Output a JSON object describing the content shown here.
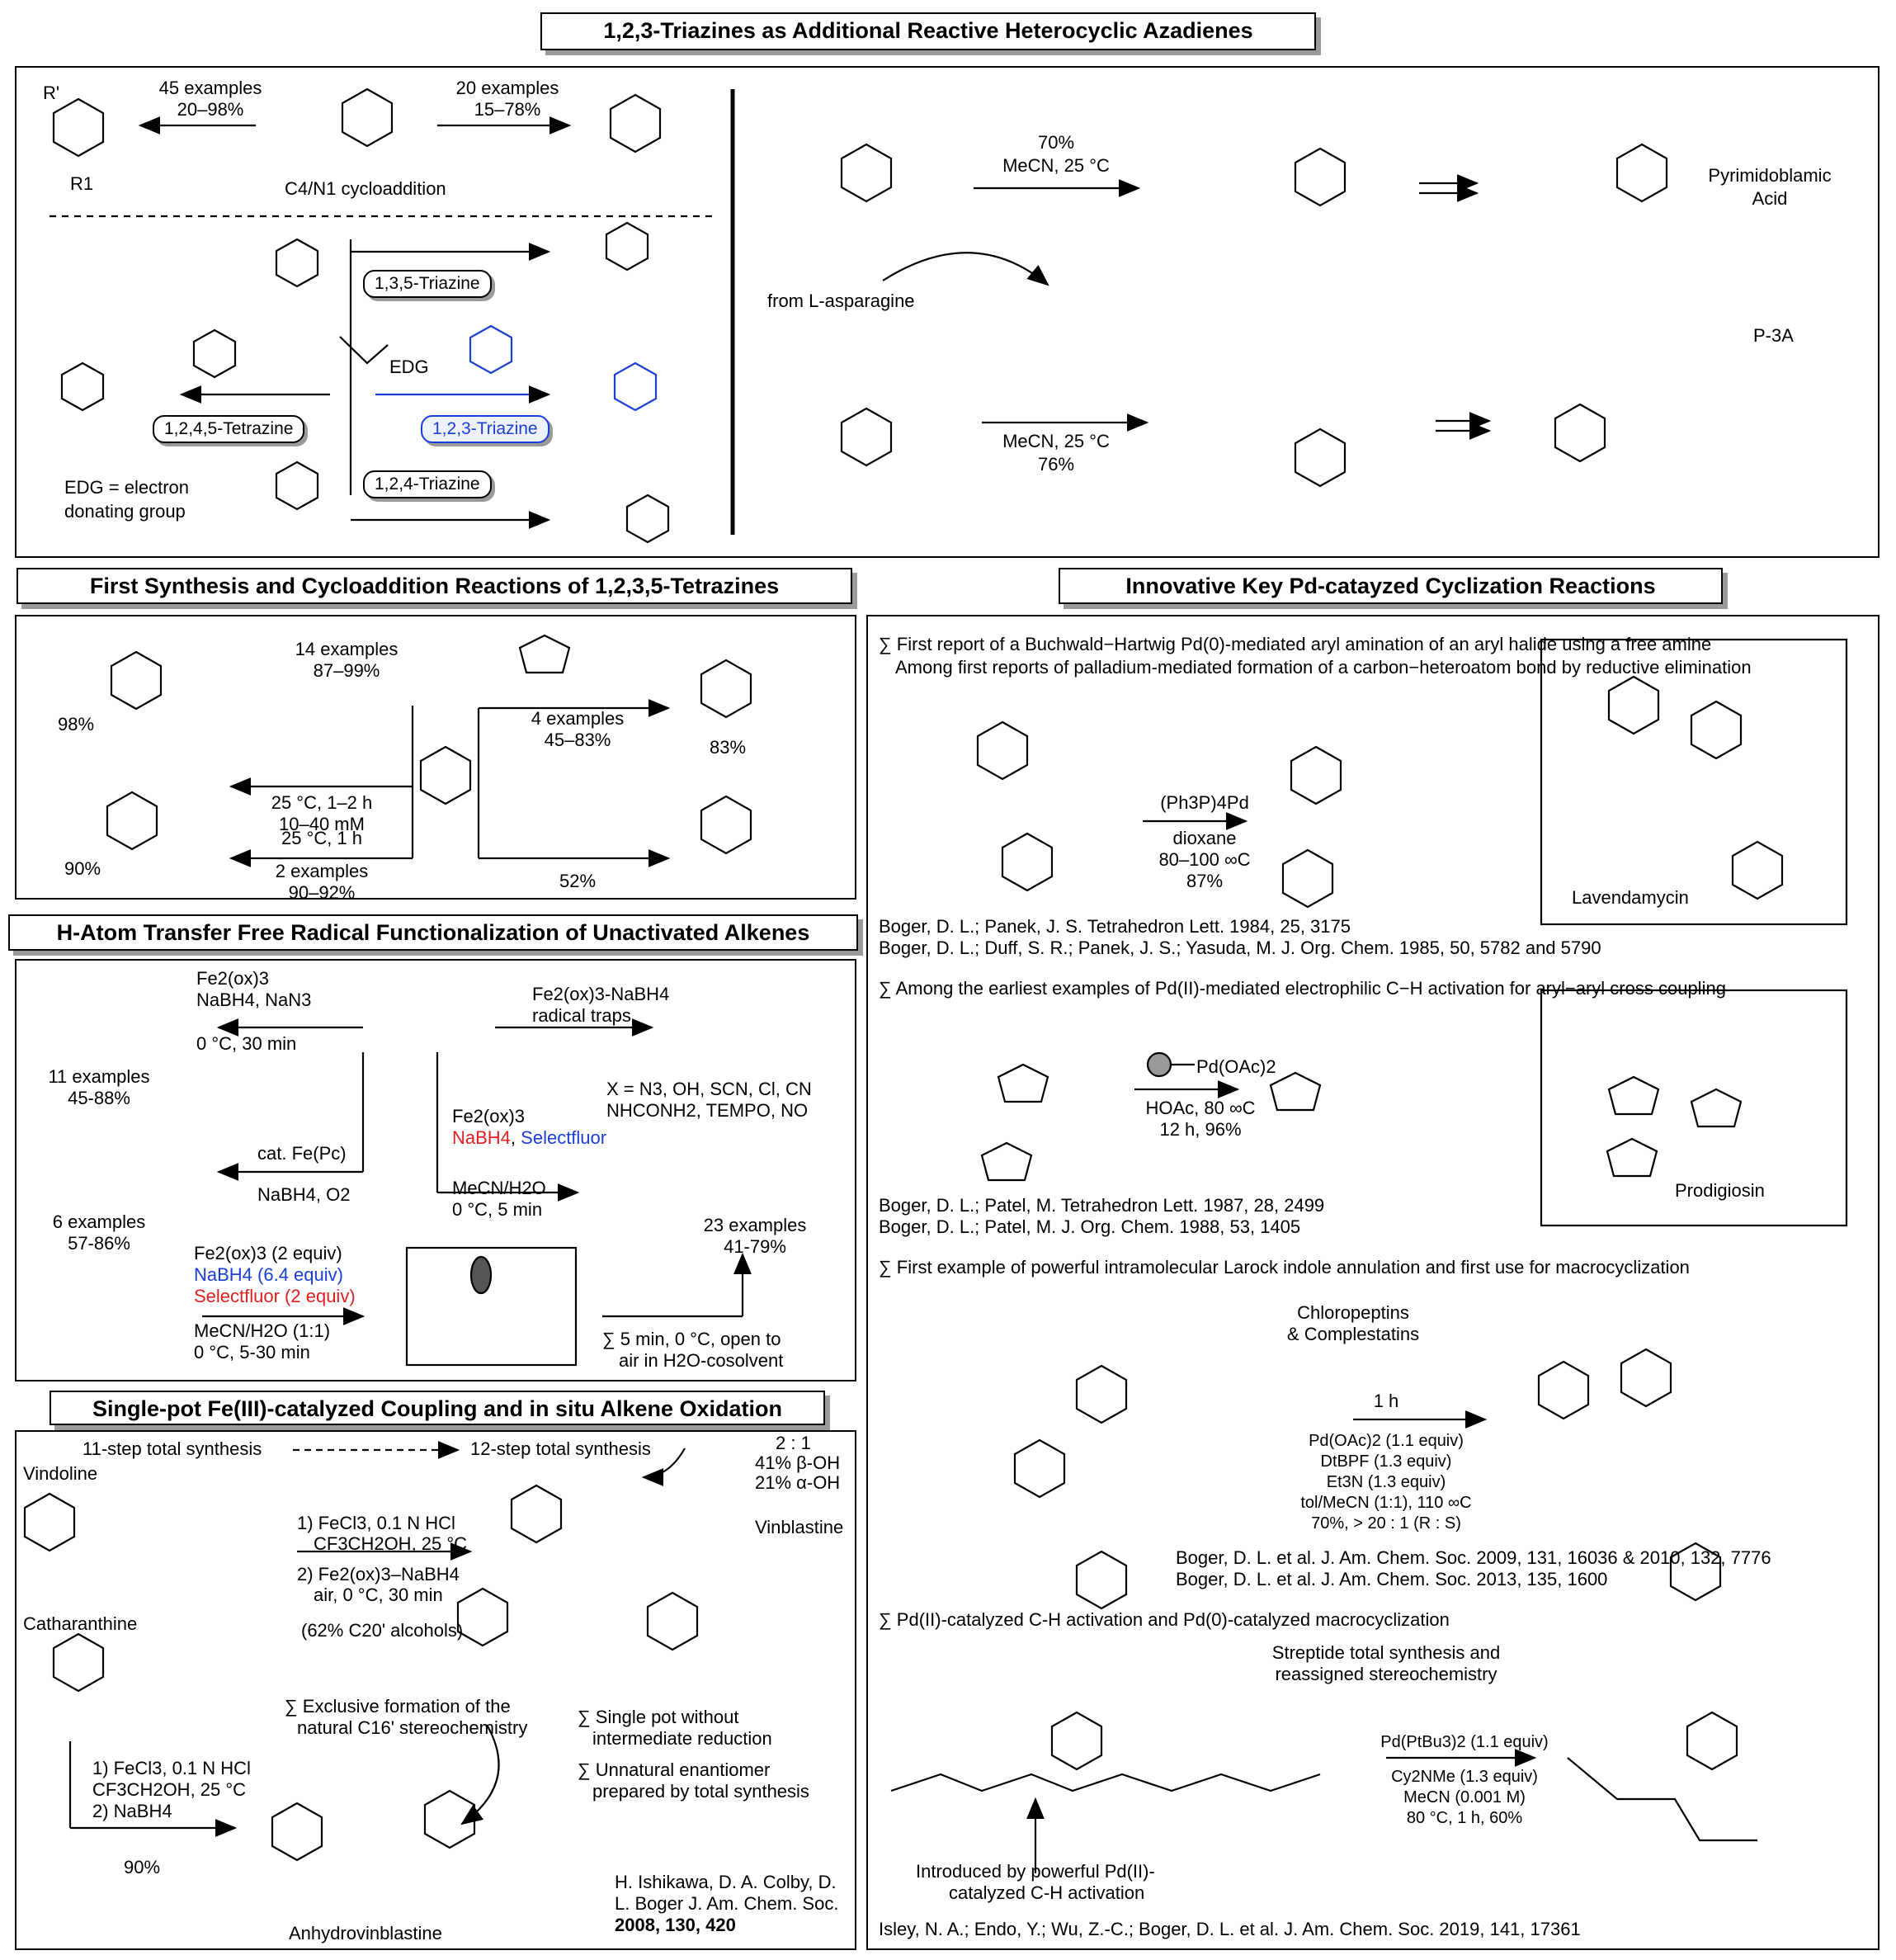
{
  "colors": {
    "accent_blue": "#1a3fd6",
    "accent_red": "#e02020",
    "shadow_gray": "#9a9a9a"
  },
  "sec1": {
    "title": "1,2,3-Triazines as Additional Reactive Heterocyclic Azadienes",
    "left_examples": "45 examples",
    "left_yield": "20–98%",
    "right_examples": "20 examples",
    "right_yield": "15–78%",
    "c4n1": "C4/N1 cycloaddition",
    "r_prime": "R'",
    "r1": "R1",
    "pill_135": "1,3,5-Triazine",
    "pill_1245": "1,2,4,5-Tetrazine",
    "pill_123": "1,2,3-Triazine",
    "pill_124": "1,2,4-Triazine",
    "edg": "EDG",
    "edg_def_1": "EDG = electron",
    "edg_def_2": "donating group",
    "cond_top_1": "70%",
    "cond_top_2": "MeCN, 25 °C",
    "from_asn": "from L-asparagine",
    "cond_bot_1": "MeCN, 25 °C",
    "cond_bot_2": "76%",
    "product_1": "Pyrimidoblamic",
    "product_1b": "Acid",
    "product_2": "P-3A"
  },
  "sec2": {
    "title": "First Synthesis and Cycloaddition Reactions of 1,2,3,5-Tetrazines",
    "a_examples": "14 examples",
    "a_yield": "87–99%",
    "a_cond_1": "25 °C, 1–2 h",
    "a_cond_2": "10–40 mM",
    "a_prod_yield": "98%",
    "b_examples": "4 examples",
    "b_yield": "45–83%",
    "b_prod_yield": "83%",
    "c_cond": "25 °C, 1 h",
    "c_examples": "2 examples",
    "c_yield": "90–92%",
    "c_prod_yield": "90%",
    "d_yield": "52%"
  },
  "sec3": {
    "title": "H-Atom Transfer Free Radical Functionalization of Unactivated Alkenes",
    "r1_reag_1": "Fe2(ox)3",
    "r1_reag_2": "NaBH4, NaN3",
    "r1_cond": "0 °C, 30 min",
    "r1_examples": "11 examples",
    "r1_yield": "45-88%",
    "r2_reag_1": "Fe2(ox)3-NaBH4",
    "r2_reag_2": "radical traps",
    "r2_x_1": "X = N3, OH, SCN, Cl, CN",
    "r2_x_2": "NHCONH2, TEMPO, NO",
    "r3_reag": "cat. Fe(Pc)",
    "r3_cond": "NaBH4, O2",
    "r3_examples": "6 examples",
    "r3_yield": "57-86%",
    "r4_reag_1": "Fe2(ox)3",
    "r4_reag_2a": "NaBH4",
    "r4_reag_2b": "Selectfluor",
    "r4_cond_1": "MeCN/H2O",
    "r4_cond_2": "0 °C, 5 min",
    "r4_examples": "23 examples",
    "r4_yield": "41-79%",
    "r5_1": "Fe2(ox)3 (2 equiv)",
    "r5_2": "NaBH4 (6.4 equiv)",
    "r5_3": "Selectfluor (2 equiv)",
    "r5_4": "MeCN/H2O (1:1)",
    "r5_5": "0 °C, 5-30 min",
    "note_1": "5 min, 0 °C, open to",
    "note_2": "air in H2O-cosolvent"
  },
  "sec4": {
    "title": "Single-pot Fe(III)-catalyzed Coupling and in situ Alkene Oxidation",
    "step11": "11-step total synthesis",
    "step12": "12-step total synthesis",
    "ratio": "2 : 1",
    "beta": "41% β-OH",
    "alpha": "21% α-OH",
    "vindoline": "Vindoline",
    "catharanthine": "Catharanthine",
    "vinblastine": "Vinblastine",
    "cond_1": "1) FeCl3, 0.1 N HCl",
    "cond_1b": "CF3CH2OH, 25 °C",
    "cond_2": "2) Fe2(ox)3–NaBH4",
    "cond_2b": "air, 0 °C, 30 min",
    "cond_3": "(62% C20' alcohols)",
    "excl_1": "Exclusive formation of the",
    "excl_2": "natural C16' stereochemistry",
    "single_1": "Single pot without",
    "single_2": "intermediate reduction",
    "unnat_1": "Unnatural enantiomer",
    "unnat_2": "prepared by total synthesis",
    "low_1": "1) FeCl3, 0.1 N HCl",
    "low_2": "CF3CH2OH, 25 °C",
    "low_3": "2) NaBH4",
    "low_yield": "90%",
    "anhydro": "Anhydrovinblastine",
    "ref_1": "H. Ishikawa, D. A. Colby, D.",
    "ref_2": "L. Boger J. Am. Chem. Soc.",
    "ref_3": "2008, 130, 420"
  },
  "sec5": {
    "title": "Innovative Key Pd-catayzed Cyclization Reactions",
    "b1_1": "First report of a Buchwald−Hartwig Pd(0)-mediated aryl amination of an aryl halide using a free amine",
    "b1_2": "Among first reports of palladium-mediated formation of a carbon−heteroatom bond by reductive elimination",
    "b1_cond_1": "(Ph3P)4Pd",
    "b1_cond_2": "dioxane",
    "b1_cond_3": "80–100 ∞C",
    "b1_cond_4": "87%",
    "lavendamycin": "Lavendamycin",
    "ref_1a": "Boger, D. L.; Panek, J. S. Tetrahedron Lett. 1984, 25, 3175",
    "ref_1b": "Boger, D. L.; Duff, S. R.; Panek, J. S.; Yasuda, M. J. Org. Chem. 1985, 50, 5782 and 5790",
    "b2": "Among the earliest examples of Pd(II)-mediated electrophilic C−H activation for aryl−aryl cross coupling",
    "b2_reag": "Pd(OAc)2",
    "b2_cond_1": "HOAc, 80 ∞C",
    "b2_cond_2": "12 h, 96%",
    "prodigiosin": "Prodigiosin",
    "ref_2a": "Boger, D. L.; Patel, M. Tetrahedron Lett. 1987, 28, 2499",
    "ref_2b": "Boger, D. L.; Patel, M. J. Org. Chem. 1988, 53, 1405",
    "b3": "First example of powerful intramolecular Larock indole annulation and  first use for macrocyclization",
    "chloro_1": "Chloropeptins",
    "chloro_2": "& Complestatins",
    "b3_cond_0": "1 h",
    "b3_cond_1": "Pd(OAc)2 (1.1 equiv)",
    "b3_cond_2": "DtBPF (1.3 equiv)",
    "b3_cond_3": "Et3N (1.3 equiv)",
    "b3_cond_4": "tol/MeCN (1:1), 110 ∞C",
    "b3_cond_5": "70%, > 20 : 1 (R : S)",
    "ref_3a": "Boger, D. L. et al. J. Am. Chem. Soc. 2009, 131, 16036 & 2010, 132, 7776",
    "ref_3b": "Boger, D. L. et al. J. Am. Chem. Soc. 2013, 135, 1600",
    "b4": "Pd(II)-catalyzed C-H activation and Pd(0)-catalyzed macrocyclization",
    "strep_1": "Streptide total synthesis and",
    "strep_2": "reassigned stereochemistry",
    "b4_cond_1": "Pd(PtBu3)2 (1.1 equiv)",
    "b4_cond_2": "Cy2NMe (1.3 equiv)",
    "b4_cond_3": "MeCN (0.001 M)",
    "b4_cond_4": "80 °C, 1 h, 60%",
    "intro_1": "Introduced by powerful Pd(II)-",
    "intro_2": "catalyzed C-H activation",
    "ref_4": "Isley, N. A.; Endo, Y.; Wu, Z.-C.; Boger, D. L. et al. J. Am. Chem. Soc. 2019, 141, 17361"
  }
}
